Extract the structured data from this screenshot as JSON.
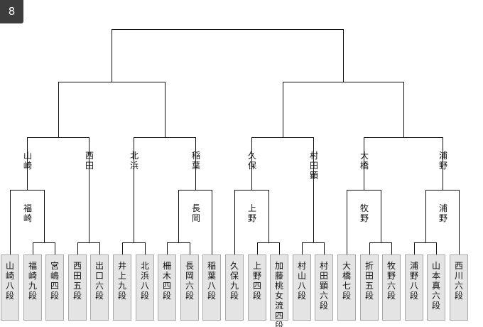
{
  "round_number": "8",
  "entrants": [
    {
      "id": "e1",
      "name": "山崎八段"
    },
    {
      "id": "e2",
      "name": "福崎九段"
    },
    {
      "id": "e3",
      "name": "宮嶋四段"
    },
    {
      "id": "e4",
      "name": "西田五段"
    },
    {
      "id": "e5",
      "name": "出口六段"
    },
    {
      "id": "e6",
      "name": "井上九段"
    },
    {
      "id": "e7",
      "name": "北浜八段"
    },
    {
      "id": "e8",
      "name": "柵木四段"
    },
    {
      "id": "e9",
      "name": "長岡六段"
    },
    {
      "id": "e10",
      "name": "稲葉八段"
    },
    {
      "id": "e11",
      "name": "久保九段"
    },
    {
      "id": "e12",
      "name": "上野四段"
    },
    {
      "id": "e13",
      "name": "加藤桃女流四段"
    },
    {
      "id": "e14",
      "name": "村山八段"
    },
    {
      "id": "e15",
      "name": "村田顕六段"
    },
    {
      "id": "e16",
      "name": "大橋七段"
    },
    {
      "id": "e17",
      "name": "折田五段"
    },
    {
      "id": "e18",
      "name": "牧野六段"
    },
    {
      "id": "e19",
      "name": "浦野八段"
    },
    {
      "id": "e20",
      "name": "山本真六段"
    },
    {
      "id": "e21",
      "name": "西川六段"
    }
  ],
  "matches": [
    {
      "id": "m_a",
      "a": "e2",
      "b": "e3",
      "winner": ""
    },
    {
      "id": "m_b",
      "a": "e8",
      "b": "e9",
      "winner": ""
    },
    {
      "id": "m_c",
      "a": "e12",
      "b": "e13",
      "winner": ""
    },
    {
      "id": "m_d",
      "a": "e17",
      "b": "e18",
      "winner": ""
    },
    {
      "id": "m_e",
      "a": "e19",
      "b": "e20",
      "winner": ""
    },
    {
      "id": "m_f",
      "a": "m_a",
      "b": "e1",
      "winner": "福崎"
    },
    {
      "id": "m_g",
      "a": "e4",
      "b": "e5",
      "winner": ""
    },
    {
      "id": "m_h",
      "a": "e6",
      "b": "e7",
      "winner": ""
    },
    {
      "id": "m_i",
      "a": "m_b",
      "b": "e10",
      "winner": "長岡"
    },
    {
      "id": "m_j",
      "a": "e11",
      "b": "m_c",
      "winner": "上野"
    },
    {
      "id": "m_k",
      "a": "e14",
      "b": "e15",
      "winner": ""
    },
    {
      "id": "m_l",
      "a": "e16",
      "b": "m_d",
      "winner": "牧野"
    },
    {
      "id": "m_m",
      "a": "m_e",
      "b": "e21",
      "winner": "浦野"
    },
    {
      "id": "m_n",
      "a": "m_f",
      "b": "m_g",
      "winner": ""
    },
    {
      "id": "m_o",
      "a": "m_h",
      "b": "m_i",
      "winner": ""
    },
    {
      "id": "m_p",
      "a": "m_j",
      "b": "m_k",
      "winner": ""
    },
    {
      "id": "m_q",
      "a": "m_l",
      "b": "m_m",
      "winner": ""
    },
    {
      "id": "m_r",
      "a": "m_n",
      "b": "m_o",
      "winner": ""
    },
    {
      "id": "m_s",
      "a": "m_p",
      "b": "m_q",
      "winner": ""
    },
    {
      "id": "m_t",
      "a": "m_r",
      "b": "m_s",
      "winner": ""
    }
  ],
  "branch_labels": [
    {
      "node": "m_n",
      "side": "a",
      "text": "山崎"
    },
    {
      "node": "m_n",
      "side": "b",
      "text": "西田"
    },
    {
      "node": "m_o",
      "side": "a",
      "text": "北浜"
    },
    {
      "node": "m_o",
      "side": "b",
      "text": "稲葉"
    },
    {
      "node": "m_p",
      "side": "a",
      "text": "久保"
    },
    {
      "node": "m_p",
      "side": "b",
      "text": "村田顕"
    },
    {
      "node": "m_q",
      "side": "a",
      "text": "大橋"
    },
    {
      "node": "m_q",
      "side": "b",
      "text": "浦野"
    }
  ]
}
